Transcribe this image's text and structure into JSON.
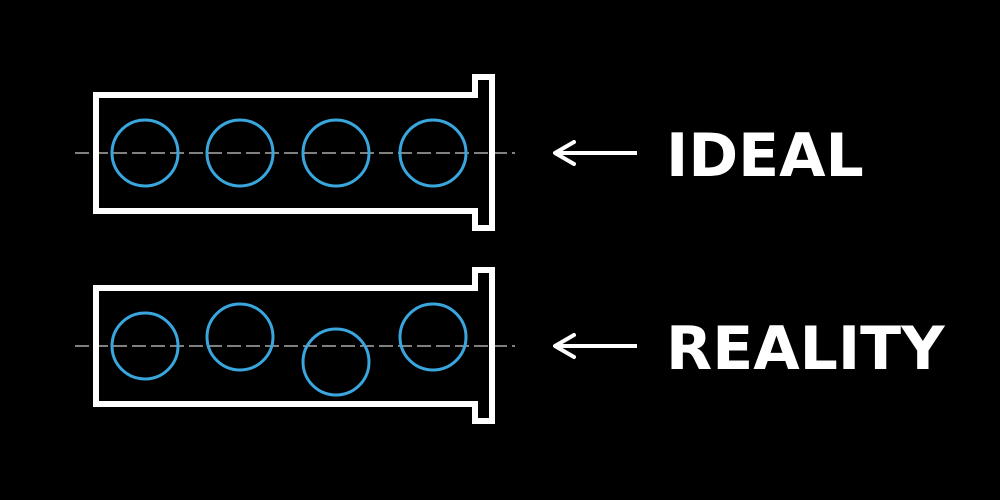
{
  "colors": {
    "background": "#000000",
    "outline": "#ffffff",
    "bore": "#3aa6de"
  },
  "rows": [
    {
      "label": "IDEAL",
      "bore_offsets": [
        0,
        0,
        0,
        0
      ]
    },
    {
      "label": "REALITY",
      "bore_offsets": [
        0,
        -1,
        1,
        -1
      ]
    }
  ]
}
